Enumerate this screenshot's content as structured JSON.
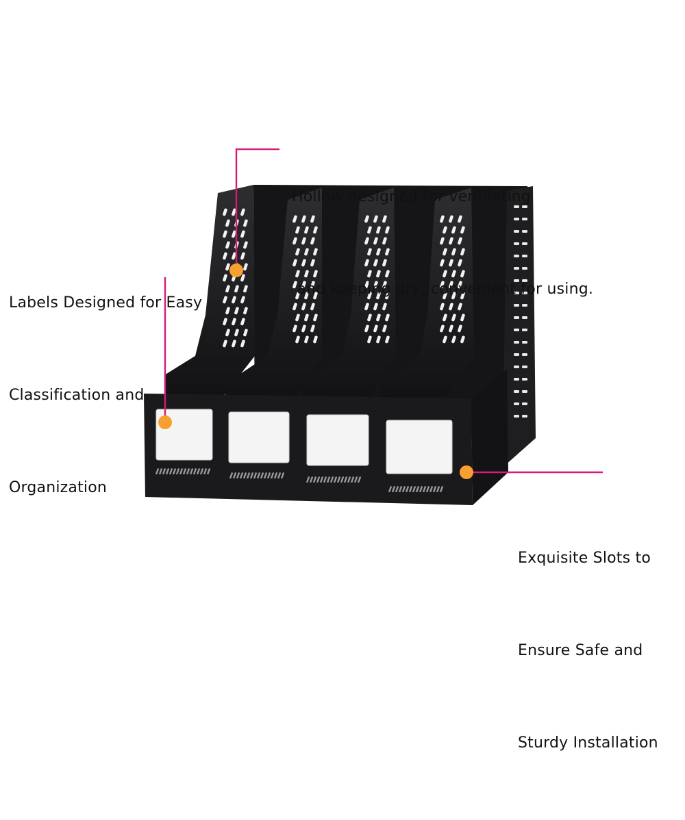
{
  "colors": {
    "background": "#ffffff",
    "leader_line": "#d81b74",
    "marker_dot": "#f7a030",
    "organizer_body": "#1b1b1d",
    "label_card": "#f4f4f4",
    "text": "#111111"
  },
  "callouts": [
    {
      "id": "ventilation",
      "lines": [
        "Hollow designed for ventilating",
        " and keeping dry, convenient for using."
      ]
    },
    {
      "id": "labels",
      "lines": [
        "Labels Designed for Easy",
        "Classification and",
        "Organization"
      ]
    },
    {
      "id": "slots",
      "lines": [
        "Exquisite Slots to",
        "Ensure Safe and",
        "Sturdy Installation"
      ]
    }
  ],
  "product": {
    "name": "four-compartment-file-organizer",
    "compartments": 4
  }
}
